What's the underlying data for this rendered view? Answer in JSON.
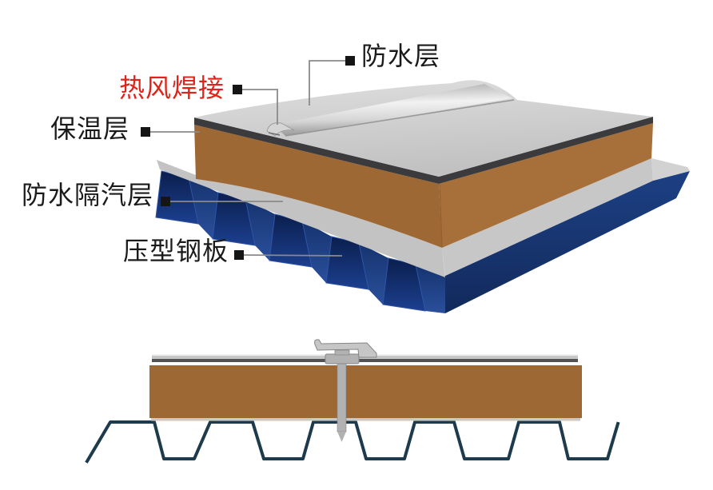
{
  "figure": {
    "type": "roof-assembly-construction-detail",
    "callouts": [
      {
        "id": "waterproof-layer",
        "text": "防水层"
      },
      {
        "id": "hot-air-weld",
        "text": "热风焊接"
      },
      {
        "id": "insulation-layer",
        "text": "保温层"
      },
      {
        "id": "vapor-barrier-layer",
        "text": "防水隔汽层"
      },
      {
        "id": "profiled-steel-deck",
        "text": "压型钢板"
      }
    ],
    "colors": {
      "background": "#ffffff",
      "label_text": "#1a1a1a",
      "label_highlight": "#e02318",
      "leader": "#8a8a8a",
      "marker": "#151515",
      "membrane_top_light": "#dedede",
      "membrane_top_dark": "#c1c1c1",
      "seam_edge": "#a8a8a8",
      "seam_highlight": "#f2f2f2",
      "seam_mid": "#d6d6d6",
      "seam_shadow": "#969696",
      "seam_tab": "#d5d5d5",
      "seam_tab_shadow": "#6f6f6f",
      "membrane_edge_black": "#3b3b3d",
      "insulation_front": "#9e6835",
      "insulation_side": "#a7703a",
      "insulation_corner_line": "#92602e",
      "vapor_barrier_band": "#c3c3c3",
      "vapor_barrier_side": "#c7c7c7",
      "vapor_barrier_top": "#d2d2d2",
      "deck_rib_dark": "#0b1f4e",
      "deck_rib_light": "#1c3f8f",
      "deck_rib_edge": "#2e55a5",
      "deck_web_dark": "#16336e",
      "deck_web_light": "#2a4f9c",
      "deck_side_light": "#1d4084",
      "deck_side_dark": "#122a5c",
      "section_outline": "#1e3a4d",
      "section_membrane_dark_line": "#525252",
      "section_membrane_light_line": "#c6c6c6",
      "section_membrane_highlight": "#e9e9e9",
      "section_underlay_line": "#c9c9c9",
      "fastener_fill": "#b2b2b2",
      "fastener_stroke": "#868686"
    }
  }
}
